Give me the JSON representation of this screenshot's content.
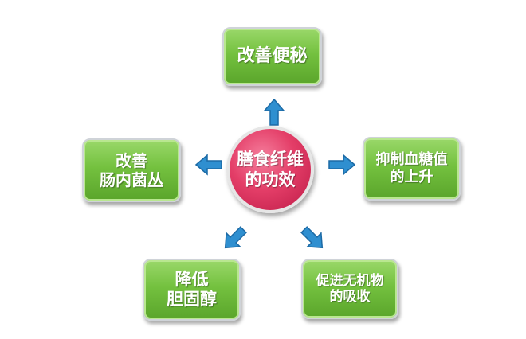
{
  "center": {
    "line1": "膳食纤维",
    "line2": "的功效"
  },
  "benefits": {
    "top": {
      "line1": "改善便秘"
    },
    "left": {
      "line1": "改善",
      "line2": "肠内菌丛"
    },
    "right": {
      "line1": "抑制血糖值",
      "line2": "的上升"
    },
    "bottom_left": {
      "line1": "降低",
      "line2": "胆固醇"
    },
    "bottom_right": {
      "line1": "促进无机物",
      "line2": "的吸收"
    }
  },
  "colors": {
    "box_green": "#74c13f",
    "center_pink": "#e43e68",
    "arrow_blue": "#2f8fd0"
  }
}
